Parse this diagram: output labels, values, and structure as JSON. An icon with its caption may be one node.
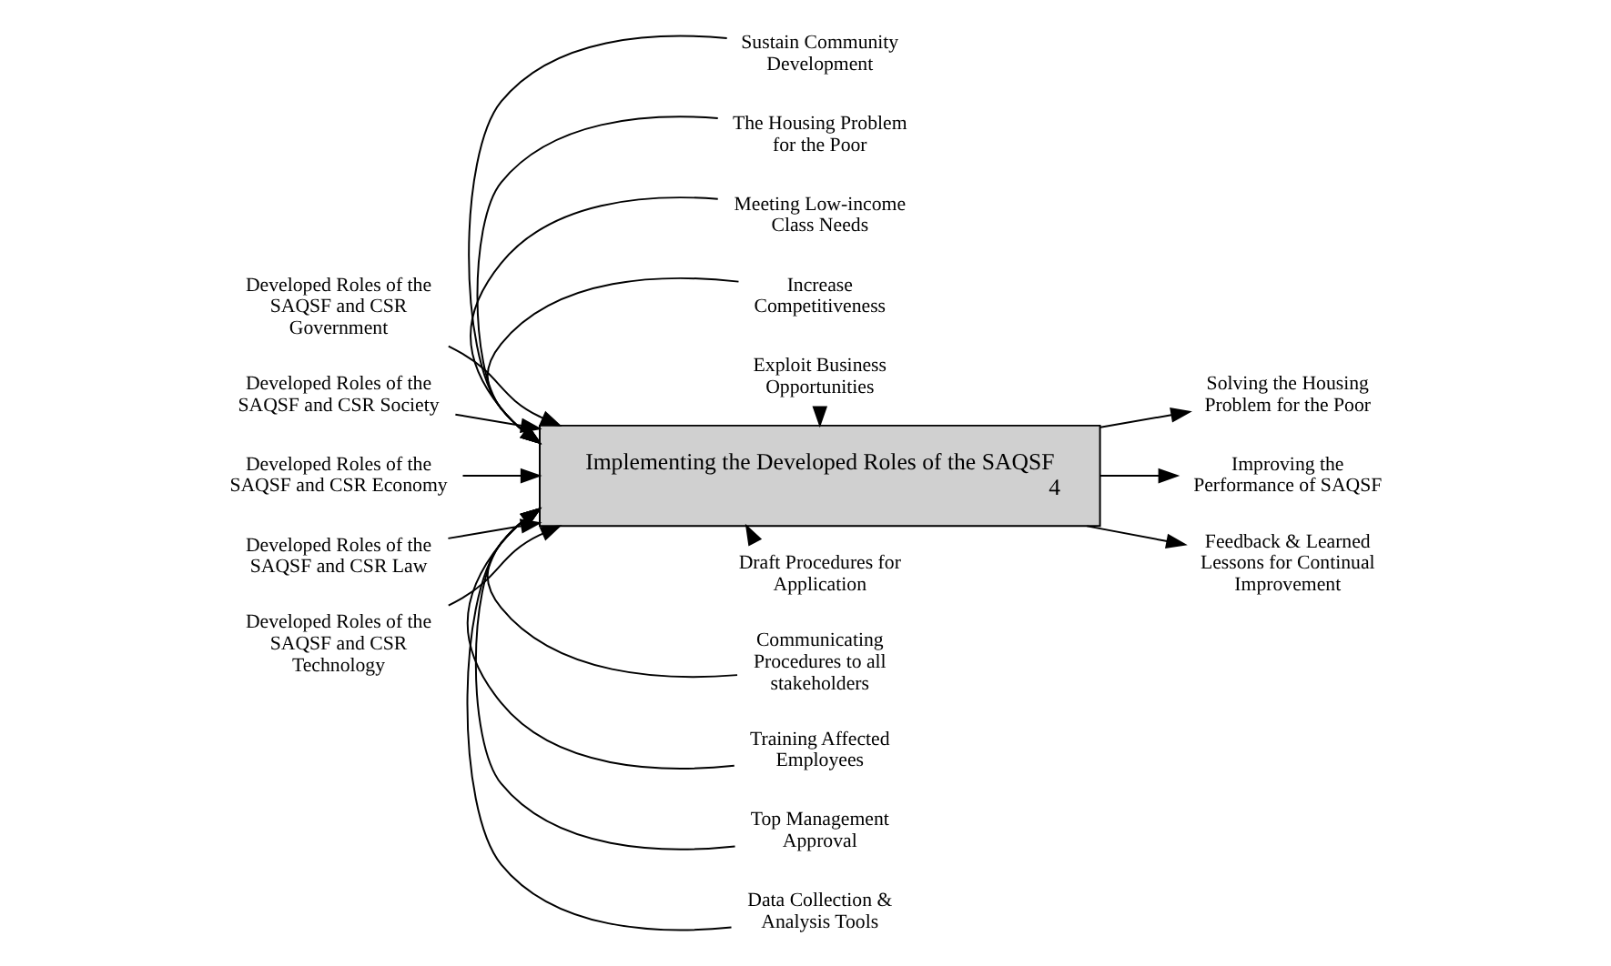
{
  "diagram": {
    "nodes": [
      {
        "text": [
          "Implementing the Developed Roles of the SAQSF",
          "4"
        ]
      },
      {
        "text": [
          "Developed Roles of the SAQSF and CSR Government"
        ]
      },
      {
        "text": [
          "Developed Roles of the SAQSF and CSR Society"
        ]
      },
      {
        "text": [
          "Developed Roles of the SAQSF and CSR Economy"
        ]
      },
      {
        "text": [
          "Developed Roles of the SAQSF and CSR Law"
        ]
      },
      {
        "text": [
          "Developed Roles of the SAQSF and CSR Technology"
        ]
      },
      {
        "text": [
          "Sustain Community Development"
        ]
      },
      {
        "text": [
          "The Housing Problem for the Poor"
        ]
      },
      {
        "text": [
          "Meeting Low-income Class Needs"
        ]
      },
      {
        "text": [
          "Increase Competitiveness"
        ]
      },
      {
        "text": [
          "Exploit Business Opportunities"
        ]
      },
      {
        "text": [
          "Draft Procedures for Application"
        ]
      },
      {
        "text": [
          "Communicating Procedures to all stakeholders"
        ]
      },
      {
        "text": [
          "Training Affected Employees"
        ]
      },
      {
        "text": [
          "Top Management Approval"
        ]
      },
      {
        "text": [
          "Data Collection & Analysis Tools"
        ]
      },
      {
        "text": [
          "Solving the Housing Problem for the Poor"
        ]
      },
      {
        "text": [
          "Improving the Performance of SAQSF"
        ]
      },
      {
        "text": [
          "Feedback & Learned Lessons for Continual Improvement"
        ]
      }
    ],
    "edges": [
      {
        "from": 1,
        "to": 0,
        "arrow": "to"
      },
      {
        "from": 2,
        "to": 0,
        "arrow": "to"
      },
      {
        "from": 3,
        "to": 0,
        "arrow": "to"
      },
      {
        "from": 4,
        "to": 0,
        "arrow": "to"
      },
      {
        "from": 5,
        "to": 0,
        "arrow": "to"
      },
      {
        "from": 6,
        "to": 0,
        "arrow": "to"
      },
      {
        "from": 7,
        "to": 0,
        "arrow": "to"
      },
      {
        "from": 8,
        "to": 0,
        "arrow": "to"
      },
      {
        "from": 9,
        "to": 0,
        "arrow": "to"
      },
      {
        "from": 10,
        "to": 0,
        "arrow": "to"
      },
      {
        "from": 11,
        "to": 0,
        "arrow": "to"
      },
      {
        "from": 12,
        "to": 0,
        "arrow": "to"
      },
      {
        "from": 13,
        "to": 0,
        "arrow": "to"
      },
      {
        "from": 14,
        "to": 0,
        "arrow": "to"
      },
      {
        "from": 15,
        "to": 0,
        "arrow": "to"
      },
      {
        "from": 0,
        "to": 16,
        "arrow": "to"
      },
      {
        "from": 0,
        "to": 17,
        "arrow": "to"
      },
      {
        "from": 0,
        "to": 18,
        "arrow": "to"
      }
    ]
  }
}
